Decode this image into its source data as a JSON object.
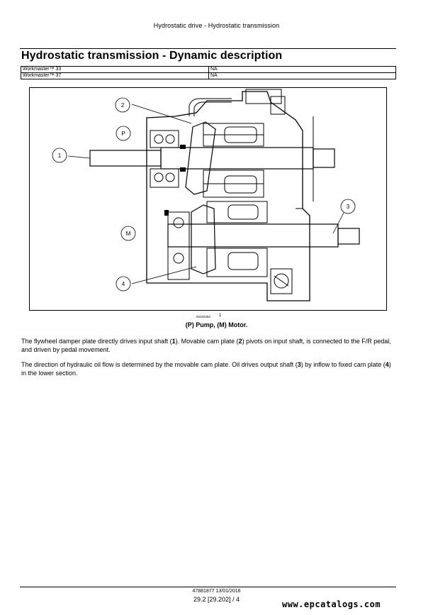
{
  "header": {
    "running_title": "Hydrostatic drive - Hydrostatic transmission"
  },
  "title": "Hydrostatic transmission - Dynamic description",
  "models": [
    {
      "model": "Workmaster™ 33",
      "value": "NA"
    },
    {
      "model": "Workmaster™ 37",
      "value": "NA"
    }
  ],
  "figure": {
    "callouts": [
      "1",
      "2",
      "3",
      "4",
      "P",
      "M"
    ],
    "code": "93102282",
    "number": "1",
    "caption": "(P) Pump, (M) Motor."
  },
  "body": {
    "p1_a": "The flywheel damper plate directly drives input shaft (",
    "p1_b": "1",
    "p1_c": "). Movable cam plate (",
    "p1_d": "2",
    "p1_e": ") pivots on input shaft, is connected to the F/R pedal, and driven by pedal movement.",
    "p2_a": "The direction of hydraulic oil flow is determined by the movable cam plate. Oil drives output shaft (",
    "p2_b": "3",
    "p2_c": ") by inflow to fixed cam plate (",
    "p2_d": "4",
    "p2_e": ") in the lower section."
  },
  "footer": {
    "doc_ref": "47881877 13/01/2016",
    "page": "29.2 [29.202] / 4",
    "watermark": "www.epcatalogs.com"
  }
}
